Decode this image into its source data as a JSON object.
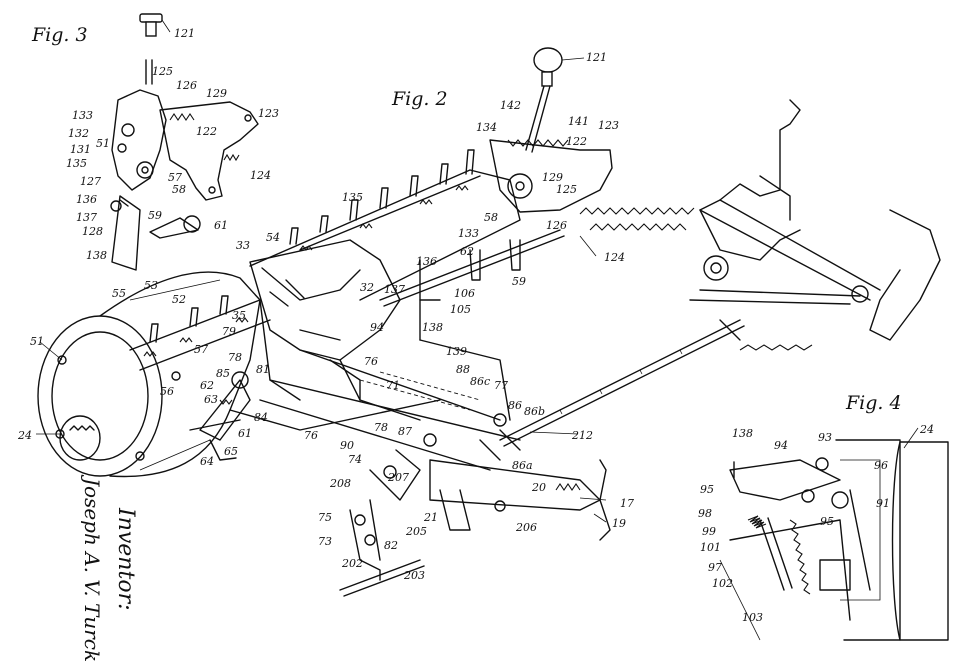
{
  "figures": {
    "fig2": "Fig. 2",
    "fig3": "Fig. 3",
    "fig4": "Fig. 4"
  },
  "inventor": {
    "label": "Inventor:",
    "name": "Joseph A. V. Turck"
  },
  "fig3_labels": [
    "121",
    "125",
    "126",
    "129",
    "123",
    "133",
    "122",
    "132",
    "51",
    "131",
    "57",
    "135",
    "127",
    "58",
    "124",
    "136",
    "137",
    "59",
    "61",
    "128",
    "138"
  ],
  "fig2_labels": [
    "121",
    "142",
    "141",
    "123",
    "134",
    "122",
    "129",
    "125",
    "135",
    "58",
    "126",
    "133",
    "62",
    "59",
    "124",
    "54",
    "33",
    "136",
    "32",
    "137",
    "106",
    "105",
    "55",
    "53",
    "52",
    "35",
    "94",
    "138",
    "51",
    "57",
    "79",
    "139",
    "56",
    "78",
    "76",
    "88",
    "86c",
    "77",
    "71",
    "81",
    "62",
    "85",
    "63",
    "84",
    "61",
    "76",
    "86",
    "86b",
    "212",
    "24",
    "78",
    "87",
    "86a",
    "90",
    "64",
    "65",
    "74",
    "208",
    "207",
    "20",
    "17",
    "75",
    "21",
    "205",
    "206",
    "19",
    "73",
    "82",
    "202",
    "203"
  ],
  "fig4_labels": [
    "138",
    "94",
    "93",
    "96",
    "24",
    "95",
    "95",
    "91",
    "98",
    "99",
    "101",
    "97",
    "102",
    "103"
  ]
}
